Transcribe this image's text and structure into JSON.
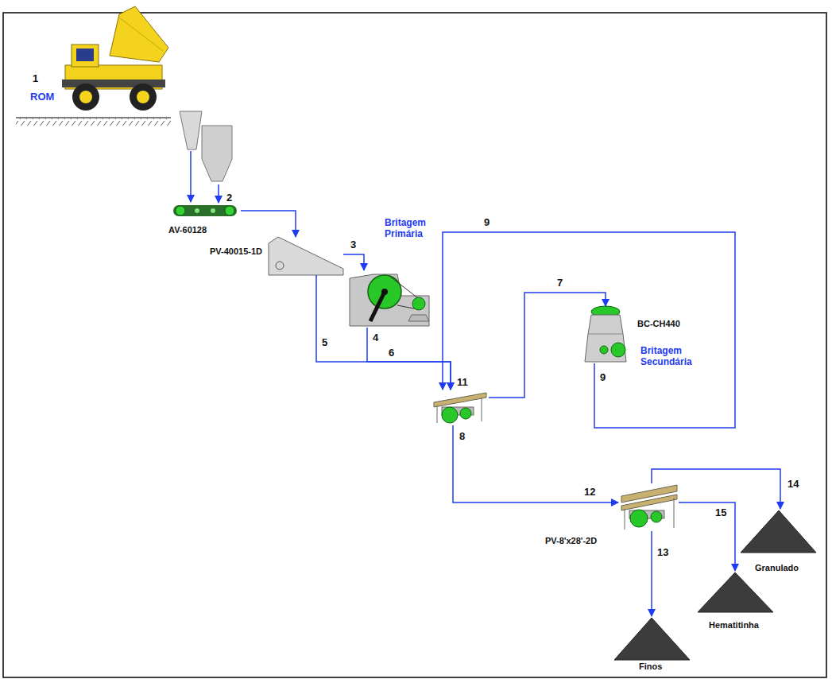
{
  "diagram": {
    "nodes": [
      {
        "text": [
          "ROM"
        ]
      },
      {
        "text": [
          "AV-60128"
        ]
      },
      {
        "text": [
          "PV-40015-1D"
        ]
      },
      {
        "text": [
          "Britagem Primária"
        ]
      },
      {
        "text": [
          "11"
        ]
      },
      {
        "text": [
          "BC-CH440",
          "Britagem Secundária"
        ]
      },
      {
        "text": [
          "PV-8'x28'-2D"
        ]
      },
      {
        "text": [
          "Granulado"
        ]
      },
      {
        "text": [
          "Hematitinha"
        ]
      },
      {
        "text": [
          "Finos"
        ]
      }
    ],
    "edges": [
      {
        "from": 0,
        "to": 1,
        "arrow": "to"
      },
      {
        "from": 1,
        "to": 2,
        "label": "2",
        "arrow": "to"
      },
      {
        "from": 2,
        "to": 3,
        "label": "3",
        "arrow": "to"
      },
      {
        "from": 3,
        "to": 4,
        "label": "4",
        "arrow": "to"
      },
      {
        "from": 2,
        "to": 4,
        "label": "5",
        "arrow": "to"
      },
      {
        "from": 4,
        "to": 5,
        "label": "7",
        "arrow": "to"
      },
      {
        "from": 5,
        "to": 4,
        "label": "9",
        "arrow": "to"
      },
      {
        "from": 4,
        "to": 6,
        "label": "12",
        "arrow": "to"
      },
      {
        "from": 6,
        "to": 7,
        "label": "14",
        "arrow": "to"
      },
      {
        "from": 6,
        "to": 8,
        "label": "15",
        "arrow": "to"
      },
      {
        "from": 6,
        "to": 9,
        "label": "13",
        "arrow": "to"
      }
    ],
    "labels": [
      "1",
      "6",
      "9",
      "8"
    ]
  }
}
